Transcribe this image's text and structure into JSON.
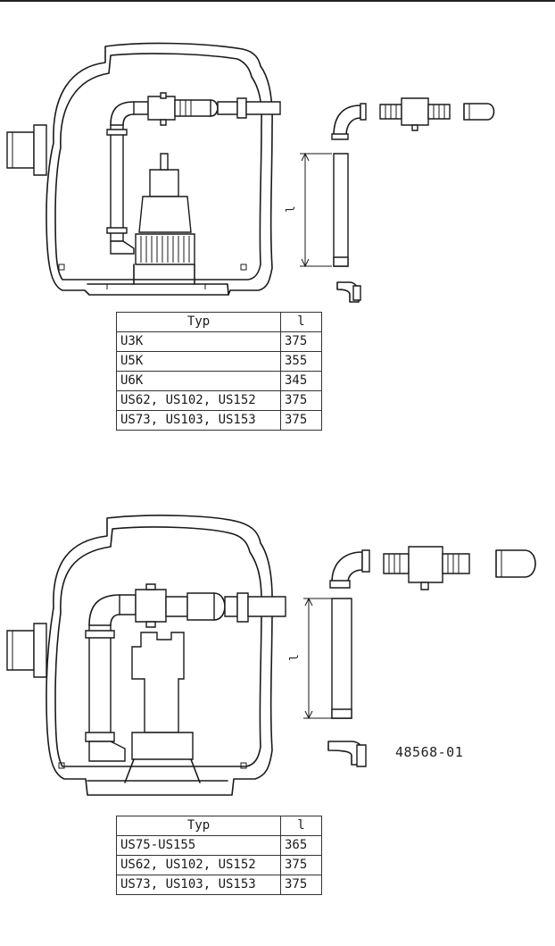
{
  "diagram_top": {
    "dimension_label": "l",
    "table": {
      "headers": [
        "Typ",
        "l"
      ],
      "rows": [
        [
          "U3K",
          "375"
        ],
        [
          "U5K",
          "355"
        ],
        [
          "U6K",
          "345"
        ],
        [
          "US62, US102, US152",
          "375"
        ],
        [
          "US73, US103, US153",
          "375"
        ]
      ]
    }
  },
  "diagram_bottom": {
    "dimension_label": "l",
    "document_id": "48568-01",
    "table": {
      "headers": [
        "Typ",
        "l"
      ],
      "rows": [
        [
          "US75-US155",
          "365"
        ],
        [
          "US62, US102, US152",
          "375"
        ],
        [
          "US73, US103, US153",
          "375"
        ]
      ]
    }
  }
}
